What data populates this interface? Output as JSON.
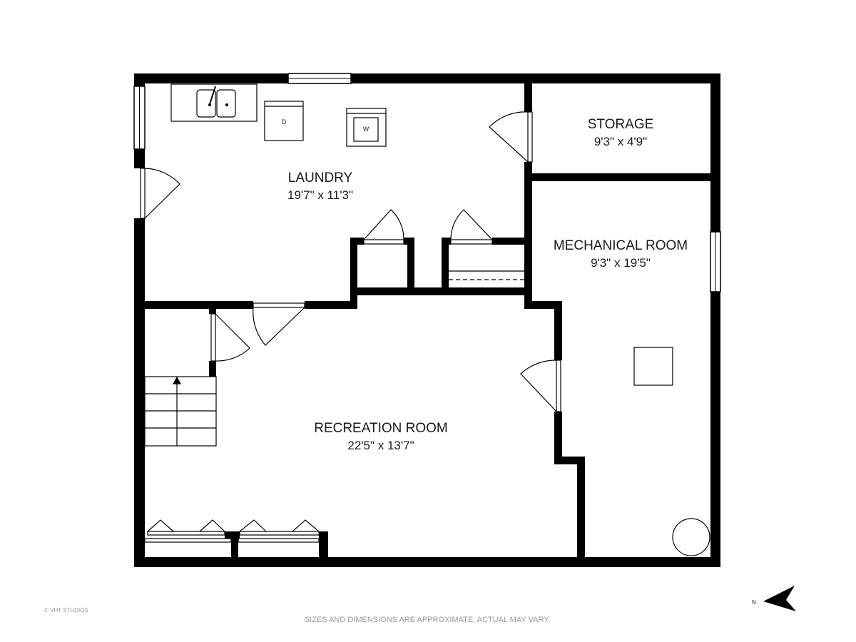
{
  "rooms": {
    "laundry": {
      "name": "LAUNDRY",
      "size": "19'7\" x 11'3\""
    },
    "storage": {
      "name": "STORAGE",
      "size": "9'3\" x 4'9\""
    },
    "mechanical": {
      "name": "MECHANICAL ROOM",
      "size": "9'3\" x 19'5\""
    },
    "recreation": {
      "name": "RECREATION ROOM",
      "size": "22'5\" x 13'7\""
    }
  },
  "appliances": {
    "dryer": "D",
    "washer": "W"
  },
  "footer": {
    "disclaimer": "SIZES AND DIMENSIONS ARE APPROXIMATE, ACTUAL MAY VARY.",
    "credit": "© VHT STUDIOS"
  },
  "compass": {
    "label": "N"
  },
  "colors": {
    "wall": "#000000",
    "fixture": "#1a1a1a",
    "footer_text": "#9a9a9a"
  }
}
